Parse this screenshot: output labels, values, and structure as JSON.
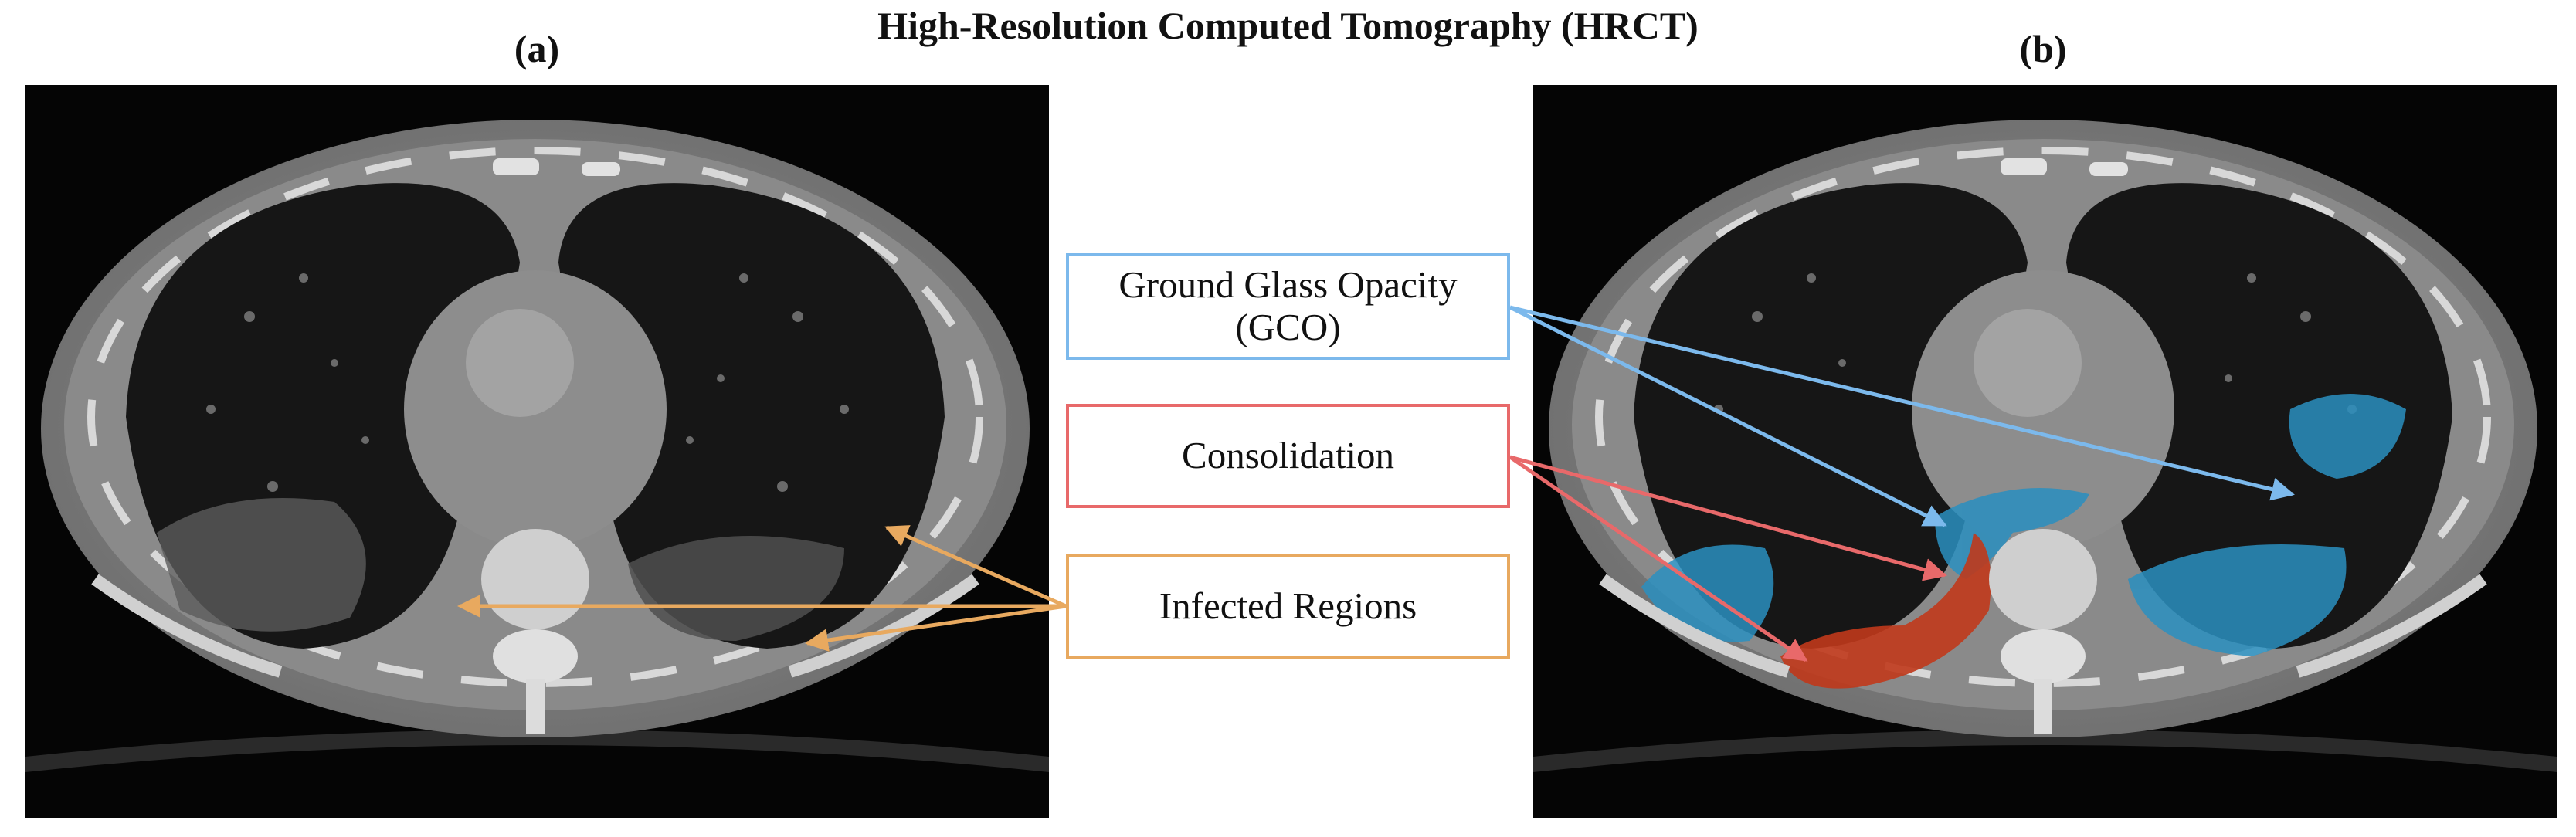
{
  "figure": {
    "title": "High-Resolution Computed Tomography (HRCT)",
    "panel_a_label": "(a)",
    "panel_b_label": "(b)"
  },
  "callouts": {
    "gco_line1": "Ground Glass Opacity",
    "gco_line2": "(GCO)",
    "consolidation": "Consolidation",
    "infected": "Infected Regions"
  },
  "colors": {
    "gco": "#7cb9ec",
    "consolidation": "#e8696a",
    "infected": "#e8a95f",
    "gco_overlay": "#2a8fc0",
    "consolidation_overlay": "#c0391b"
  }
}
